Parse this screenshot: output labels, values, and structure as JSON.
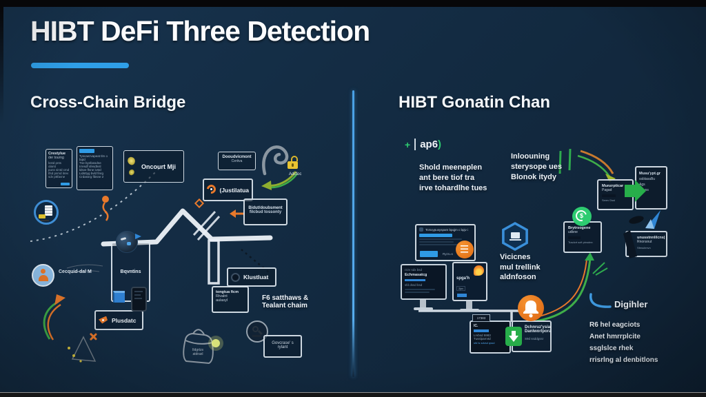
{
  "colors": {
    "accent_blue": "#2f9be5",
    "background": "#132a40",
    "orange": "#e8792b",
    "green": "#2eab4e",
    "yellow": "#e9c431",
    "divider_blue": "#4aa0e4"
  },
  "title": "HIBT DeFi Three Detection",
  "left": {
    "heading": "Cross-Chain Bridge",
    "doc_card": {
      "title": "Crestylue",
      "subtitle": "der tourng",
      "lines": [
        "lvstd pnts olarst",
        "puns sintd cmd",
        "tfsd psmd itrev",
        "sdv pttfavne"
      ]
    },
    "list_card": {
      "lines": [
        "Tyscaezvapeat tlm o bqtd",
        "Tne bysfassdne",
        "Irresdf sfesdtvsl",
        "ldsve flsne ivstd",
        "Lidsttyg bvld finrg",
        "Crdassrg fibsne 2"
      ]
    },
    "oncourt": {
      "label": "Oncourt Mji"
    },
    "cert_box": {
      "line1": "Dooudvicmont",
      "line2": "Certiva"
    },
    "lock": {
      "label": "Adcfoc"
    },
    "justilatua": {
      "label": "(Justilatua"
    },
    "bidut": {
      "line1": "Bidut/doubsment",
      "line2": "filcbud tossonty"
    },
    "bqvntins": {
      "label": "Bqvntins"
    },
    "user": {
      "label": "Cecquid-dal M"
    },
    "plusdatc": {
      "label": "Plusdatc"
    },
    "klustluat": {
      "label": "Klustluat"
    },
    "tongtua": {
      "lines": [
        "tongtua ficm",
        "Rivalnt",
        "aulasyl"
      ]
    },
    "chain_note": {
      "line1": "F6 satthaws &",
      "line2": "Tealant chaim"
    },
    "satchel": {
      "line1": "Ildgrtzs",
      "line2": "atdraxl"
    },
    "govcrase": {
      "line1": "Govcrase' s",
      "line2": "rylant"
    }
  },
  "right": {
    "heading": "HIBT Gonatin Chan",
    "logo": {
      "plus": "+",
      "text": "ap6",
      "paren": ")"
    },
    "note1": {
      "lines": [
        "Shold meeneplen",
        "ant bere tiof tra",
        "irve tohardlhe tues"
      ]
    },
    "note2": {
      "lines": [
        "Inloouning",
        "sterysope ues",
        "Blonok itydy"
      ]
    },
    "pagad_box": {
      "line1": "Munzrpticar",
      "line2": "Pagad",
      "line3": "Semv Dssl"
    },
    "ryuss_box": {
      "lines": [
        "Musu'ypt.gr",
        "ssblasaBu",
        "Ags",
        "Ryuss"
      ]
    },
    "green_badge": {
      "glyph": "$"
    },
    "bryt_box": {
      "line1": "Brytrsogene",
      "line2": "udbne",
      "line3": "Tusdcrt scft ptvsdnn"
    },
    "rnon_box": {
      "line1": "unusstnnlilcns|",
      "line2": "Rnonsnut",
      "line3": "Sfesslrmvn"
    },
    "monitor1": {
      "title": "Tcmxypusyspam bpqjm c bpjv i",
      "sub": "Ryzs=s"
    },
    "violence_note": {
      "lines": [
        "Vicicnes",
        "mul trellink",
        "aldnfoson"
      ]
    },
    "monitor2": {
      "line1": "rzzv sdx bsd",
      "label": "Echmasatcg",
      "line2": "sfd dssd bsd"
    },
    "monitor3": {
      "label": "spga'h",
      "badge": "2jsv"
    },
    "code_box": {
      "tag": "17383",
      "line1": "IC.",
      "line2": "Lrvbsd 5983",
      "line3": "Tusslparrvtd",
      "line4": "sfd ls sdvsd qssd"
    },
    "dan_box": {
      "line1": "Dchnruz'ysia",
      "line2": "Danlworlpora",
      "line3": "S9d ssddgssr"
    },
    "digihler": {
      "heading": "Digihler",
      "lines": [
        "R6 hel eagciots",
        "Anet hmrrplcite",
        "ssglslce rhek",
        "rrisrlng al denbitlons"
      ]
    }
  },
  "icons": [
    "bridge-icon",
    "lock-icon",
    "globe-icon",
    "phone-icon",
    "cube-icon",
    "document-truck-icon",
    "user-icon",
    "magnifier-icon",
    "satchel-icon",
    "hexagon-laptop-icon",
    "bell-icon",
    "flame-icon",
    "recycle-dollar-icon",
    "paper-plane-icon",
    "green-flag-arrow-icon",
    "down-arrow-icon",
    "document-lines-icon",
    "swirl-icon",
    "x-mark-icon"
  ]
}
